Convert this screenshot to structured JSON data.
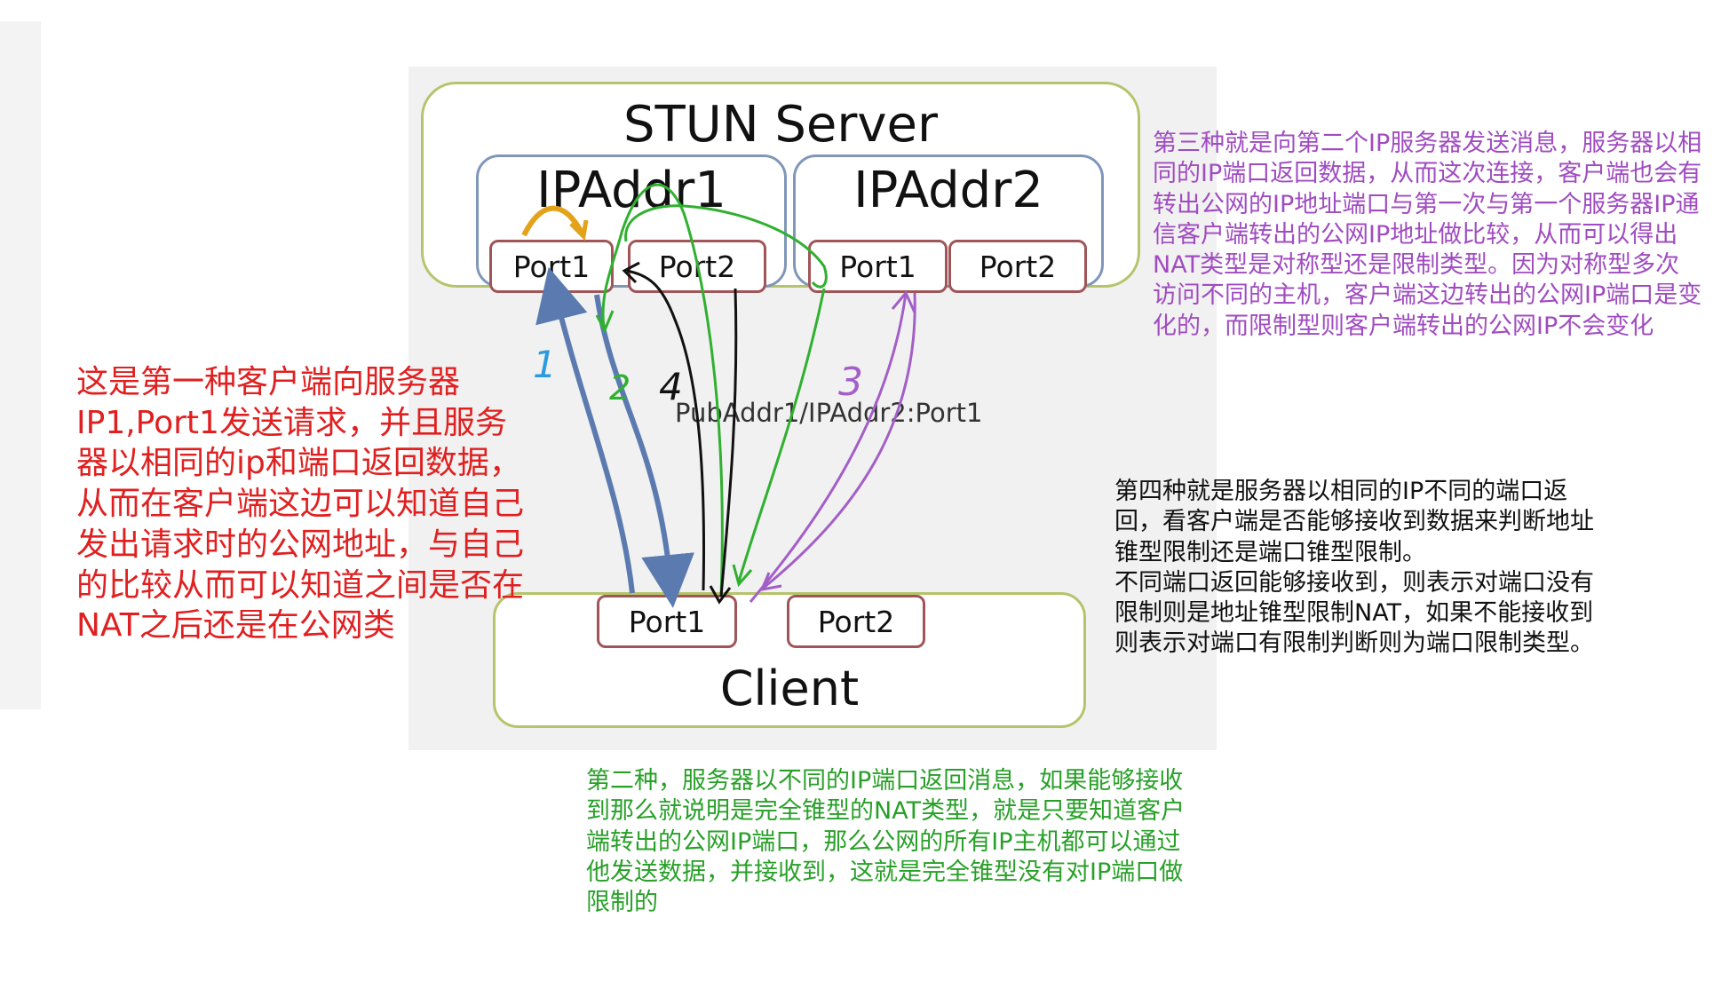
{
  "diagram": {
    "server": {
      "title": "STUN Server"
    },
    "ip1": {
      "title": "IPAddr1",
      "port1": "Port1",
      "port2": "Port2"
    },
    "ip2": {
      "title": "IPAddr2",
      "port1": "Port1",
      "port2": "Port2"
    },
    "client": {
      "title": "Client",
      "port1": "Port1",
      "port2": "Port2"
    },
    "pub_label": "PubAddr1/IPAddr2:Port1",
    "step_markers": [
      "1",
      "2",
      "3",
      "4"
    ],
    "colors": {
      "blue": "#5b7bb0",
      "marker_blue": "#2a9be0",
      "green": "#2fb02f",
      "black": "#111111",
      "purple": "#a35fc8",
      "orange": "#e3a21a",
      "red": "#e02020"
    }
  },
  "notes": {
    "red": "这是第一种客户端向服务器IP1,Port1发送请求，并且服务器以相同的ip和端口返回数据，从而在客户端这边可以知道自己发出请求时的公网地址，与自己的比较从而可以知道之间是否在NAT之后还是在公网类",
    "purple": "第三种就是向第二个IP服务器发送消息，服务器以相同的IP端口返回数据，从而这次连接，客户端也会有转出公网的IP地址端口与第一次与第一个服务器IP通信客户端转出的公网IP地址做比较，从而可以得出NAT类型是对称型还是限制类型。因为对称型多次访问不同的主机，客户端这边转出的公网IP端口是变化的，而限制型则客户端转出的公网IP不会变化",
    "black_line1": "第四种就是服务器以相同的IP不同的端口返回，看客户端是否能够接收到数据来判断地址锥型限制还是端口锥型限制。",
    "black_line2": "不同端口返回能够接收到，则表示对端口没有限制则是地址锥型限制NAT，如果不能接收到则表示对端口有限制判断则为端口限制类型。",
    "green": "第二种，服务器以不同的IP端口返回消息，如果能够接收到那么就说明是完全锥型的NAT类型，就是只要知道客户端转出的公网IP端口，那么公网的所有IP主机都可以通过他发送数据，并接收到，这就是完全锥型没有对IP端口做限制的"
  }
}
